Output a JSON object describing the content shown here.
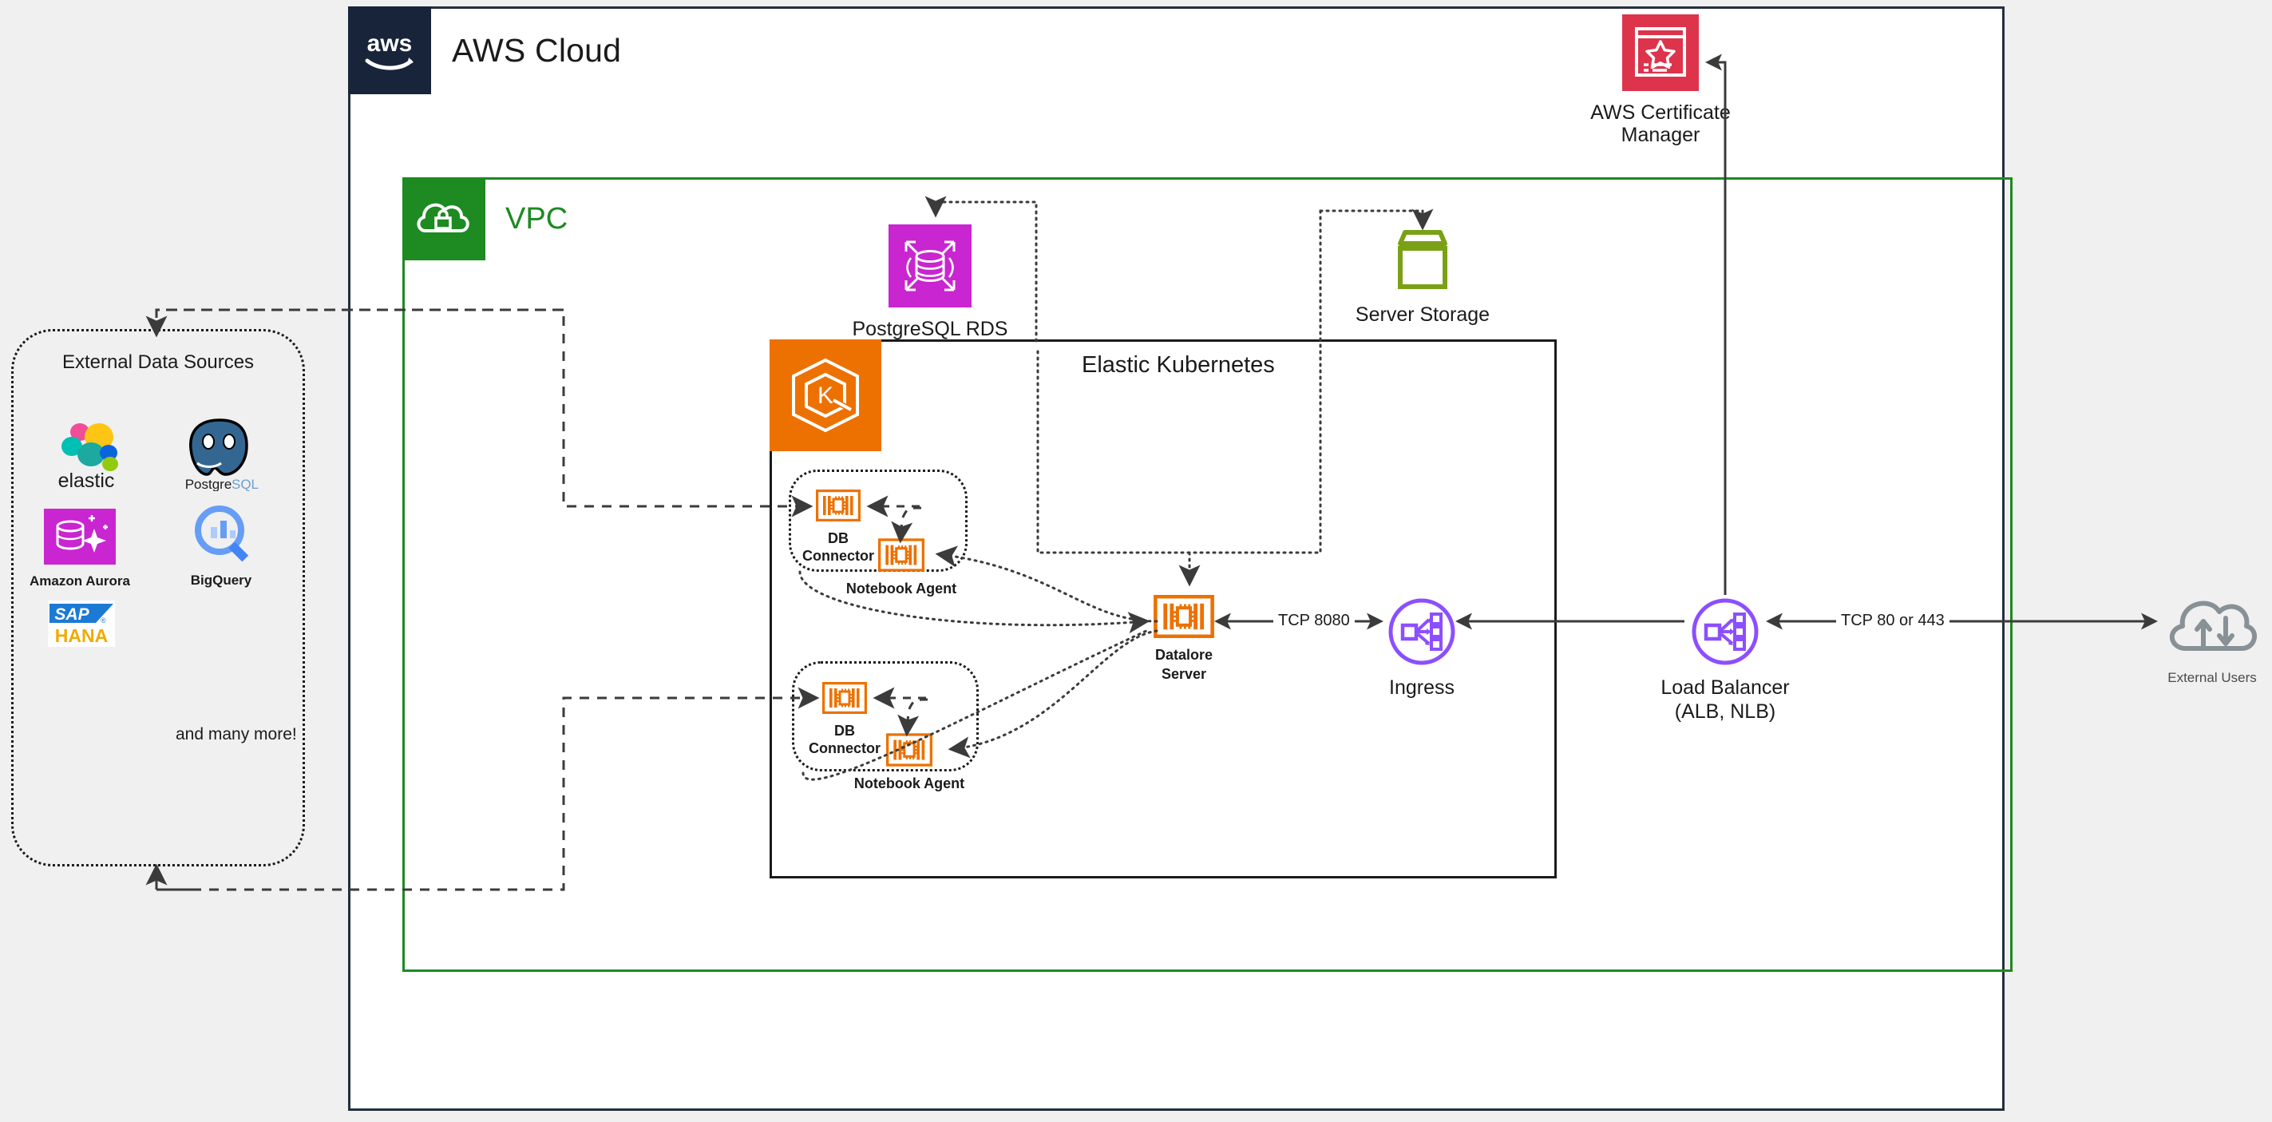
{
  "diagram": {
    "title": "AWS Cloud",
    "colors": {
      "aws_navy": "#232f3e",
      "vpc_green": "#1d8a22",
      "eks_orange": "#ed7100",
      "rds_magenta": "#c925d1",
      "storage_green": "#7aa116",
      "acm_red": "#dd344c",
      "k8s_purple": "#8c4fff",
      "external_gray": "#879196",
      "canvas_bg": "#f0f0f0"
    }
  },
  "aws_cloud": {
    "label": "AWS Cloud",
    "icon": "aws-logo-icon"
  },
  "vpc": {
    "label": "VPC",
    "icon": "vpc-cloud-lock-icon"
  },
  "eks": {
    "label": "Elastic Kubernetes",
    "icon": "kubernetes-icon"
  },
  "external_data_sources": {
    "title": "External Data Sources",
    "note": "and many more!",
    "items": [
      {
        "label": "elastic",
        "icon": "elastic-logo-icon",
        "show_label": false
      },
      {
        "label": "PostgreSQL",
        "icon": "postgresql-logo-icon",
        "show_label": false
      },
      {
        "label": "Amazon Aurora",
        "icon": "amazon-aurora-icon",
        "show_label": true
      },
      {
        "label": "BigQuery",
        "icon": "bigquery-logo-icon",
        "show_label": true
      },
      {
        "label": "SAP HANA",
        "icon": "sap-hana-logo-icon",
        "show_label": false
      }
    ]
  },
  "nodes": {
    "postgresql_rds": {
      "label": "PostgreSQL RDS",
      "icon": "rds-database-icon"
    },
    "server_storage": {
      "label": "Server Storage",
      "icon": "storage-volume-icon"
    },
    "acm": {
      "label_line1": "AWS Certificate",
      "label_line2": "Manager",
      "icon": "certificate-manager-icon"
    },
    "datalore_server": {
      "label_line1": "Datalore",
      "label_line2": "Server",
      "icon": "ec2-instance-icon"
    },
    "ingress": {
      "label": "Ingress",
      "icon": "kubernetes-ingress-icon"
    },
    "load_balancer": {
      "label_line1": "Load Balancer",
      "label_line2": "(ALB, NLB)",
      "icon": "elastic-load-balancer-icon"
    },
    "external_users": {
      "label": "External Users",
      "icon": "internet-cloud-icon"
    }
  },
  "pods": [
    {
      "name": "pod-top",
      "db_connector": {
        "label_line1": "DB",
        "label_line2": "Connector",
        "icon": "ec2-instance-icon"
      },
      "notebook_agent": {
        "label": "Notebook Agent",
        "icon": "ec2-instance-icon"
      }
    },
    {
      "name": "pod-bottom",
      "db_connector": {
        "label_line1": "DB",
        "label_line2": "Connector",
        "icon": "ec2-instance-icon"
      },
      "notebook_agent": {
        "label": "Notebook Agent",
        "icon": "ec2-instance-icon"
      }
    }
  ],
  "edge_labels": {
    "tcp_8080": "TCP 8080",
    "tcp_80_443": "TCP 80 or 443"
  }
}
